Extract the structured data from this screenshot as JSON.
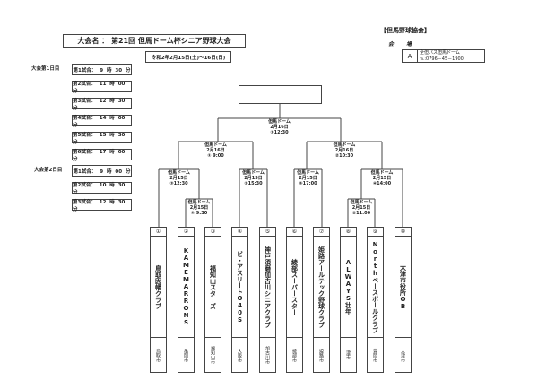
{
  "header": {
    "title": "大会名 ： 第21回 但馬ドーム杯シニア野球大会",
    "dates": "令和2年2月15日(土)～16日(日)",
    "association": "【但馬野球協会】",
    "venue_label": "会 場",
    "venue": {
      "code": "A",
      "name": "全但バス但馬ドーム",
      "tel": "℡:0796－45－1900"
    }
  },
  "schedule": {
    "day1": {
      "label": "大会第1日目",
      "slots": [
        "第1試合： 9 時 30 分",
        "第2試合： 11 時 00 分",
        "第3試合： 12 時 30 分",
        "第4試合： 14 時 00 分",
        "第5試合： 15 時 30 分",
        "第6試合： 17 時 00 分"
      ]
    },
    "day2": {
      "label": "大会第2日目",
      "slots": [
        "第1試合： 9 時 00 分",
        "第2試合： 10 時 30 分",
        "第3試合： 12 時 30 分"
      ]
    }
  },
  "matches": [
    {
      "id": "final",
      "venue": "但馬ドーム",
      "date": "2月16日",
      "time": "③12:30"
    },
    {
      "id": "semi-left",
      "venue": "但馬ドーム",
      "date": "2月16日",
      "time": "① 9:00"
    },
    {
      "id": "semi-right",
      "venue": "但馬ドーム",
      "date": "2月16日",
      "time": "②10:30"
    },
    {
      "id": "qf-1",
      "venue": "但馬ドーム",
      "date": "2月15日",
      "time": "③12:30"
    },
    {
      "id": "r1-a",
      "venue": "但馬ドーム",
      "date": "2月15日",
      "time": "① 9:30"
    },
    {
      "id": "qf-2",
      "venue": "但馬ドーム",
      "date": "2月15日",
      "time": "⑤15:30"
    },
    {
      "id": "qf-3",
      "venue": "但馬ドーム",
      "date": "2月15日",
      "time": "⑥17:00"
    },
    {
      "id": "qf-4",
      "venue": "但馬ドーム",
      "date": "2月15日",
      "time": "④14:00"
    },
    {
      "id": "r1-b",
      "venue": "但馬ドーム",
      "date": "2月15日",
      "time": "②11:00"
    }
  ],
  "teams": [
    {
      "num": "①",
      "name": "鳥取因幡クラブ",
      "city": "鳥取市"
    },
    {
      "num": "②",
      "name": "KAMEMARRONS",
      "city": "亀岡市"
    },
    {
      "num": "③",
      "name": "福知山スターズ",
      "city": "福知山市"
    },
    {
      "num": "④",
      "name": "ビ・アスリートO40S",
      "city": "大阪市"
    },
    {
      "num": "⑤",
      "name": "神戸須磨加古川シニアクラブ",
      "city": "加古川市"
    },
    {
      "num": "⑥",
      "name": "綾部スーパースター",
      "city": "綾部市"
    },
    {
      "num": "⑦",
      "name": "姫路アールテック野球クラブ",
      "city": "姫路市"
    },
    {
      "num": "⑧",
      "name": "ALWAYS壮年",
      "city": "津市"
    },
    {
      "num": "⑨",
      "name": "Northベースボールクラブ",
      "city": "豊岡市"
    },
    {
      "num": "⑩",
      "name": "大津市役所OB",
      "city": "大津市"
    }
  ]
}
